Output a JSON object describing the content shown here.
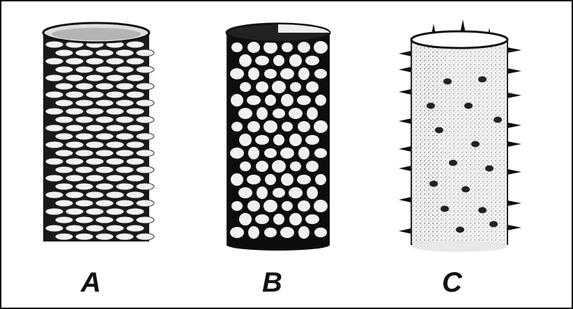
{
  "labels": {
    "a": "A",
    "b": "B",
    "c": "C"
  },
  "colors": {
    "ink": "#111111",
    "paper": "#ffffff"
  }
}
